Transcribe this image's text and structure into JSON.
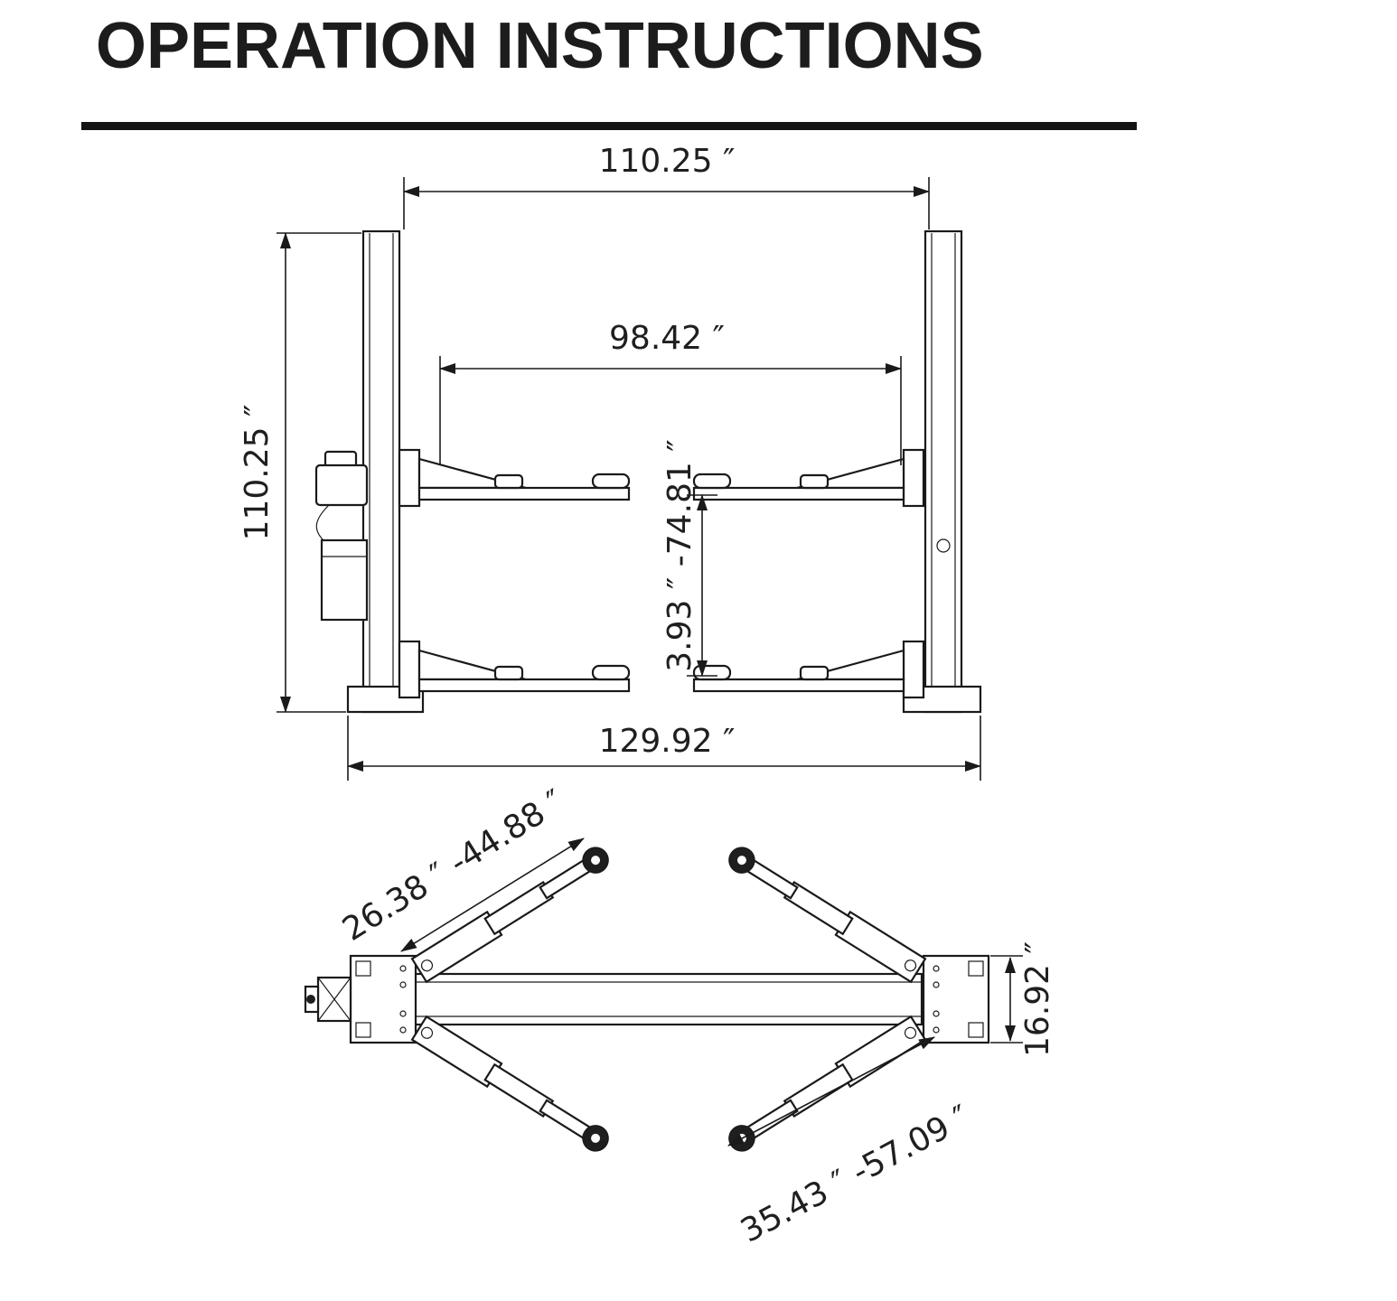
{
  "page": {
    "title": "OPERATION INSTRUCTIONS"
  },
  "front_view": {
    "dims": {
      "top_width": "110.25 ″",
      "arm_spread": "98.42 ″",
      "overall_height": "110.25 ″",
      "pad_height_range": "3.93 ″ -74.81 ″",
      "base_width": "129.92 ″"
    }
  },
  "plan_view": {
    "dims": {
      "front_arm_reach": "26.38 ″ -44.88 ″",
      "post_depth": "16.92 ″",
      "rear_arm_reach": "35.43 ″ -57.09 ″"
    }
  }
}
